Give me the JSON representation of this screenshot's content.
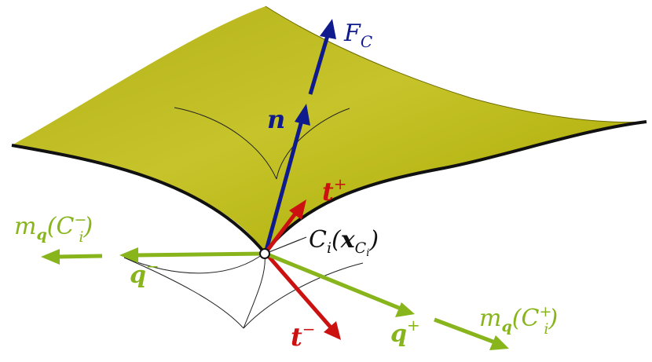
{
  "labels": {
    "force": "F",
    "force_sub": "C",
    "normal": "n",
    "t_plus": "t",
    "t_plus_sup": "+",
    "t_minus": "t",
    "t_minus_sup": "−",
    "corner_C": "C",
    "corner_sub_i": "i",
    "corner_open": "(",
    "corner_x": "x",
    "corner_x_sub_C": "C",
    "corner_x_sub_i": "i",
    "corner_close": ")",
    "q_minus": "q",
    "q_minus_sup": "−",
    "q_plus": "q",
    "q_plus_sup": "+",
    "m_left": "m",
    "m_left_sub_q": "q",
    "m_left_open": "(",
    "m_left_C": "C",
    "m_left_sub_i": "i",
    "m_left_sup": "−",
    "m_left_close": ")",
    "m_right": "m",
    "m_right_sub_q": "q",
    "m_right_open": "(",
    "m_right_C": "C",
    "m_right_sub_i": "i",
    "m_right_sup": "+",
    "m_right_close": ")"
  },
  "colors": {
    "surface": "#a8a800",
    "surface_light": "#c8c62a",
    "edge": "#111111",
    "normal": "#0f1a8c",
    "tangent": "#cc1111",
    "moment": "#88b41c",
    "thin_line": "#222222"
  }
}
